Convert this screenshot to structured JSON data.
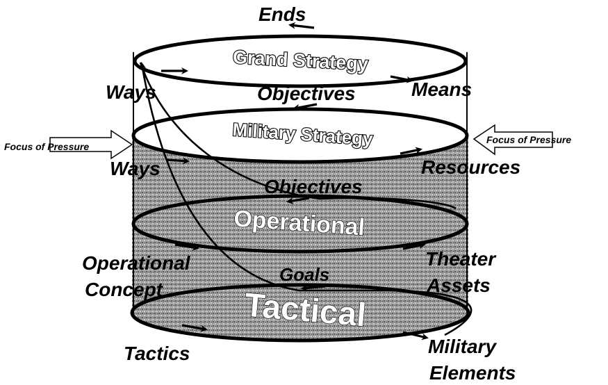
{
  "levels": {
    "grand_strategy": "Grand Strategy",
    "military_strategy": "Military Strategy",
    "operational": "Operational",
    "tactical": "Tactical"
  },
  "grand_strategy_row": {
    "ends": "Ends",
    "ways": "Ways",
    "objectives": "Objectives",
    "means": "Means"
  },
  "military_strategy_row": {
    "ways": "Ways",
    "objectives": "Objectives",
    "resources": "Resources"
  },
  "operational_row": {
    "concept_line1": "Operational",
    "concept_line2": "Concept",
    "goals": "Goals",
    "assets_line1": "Theater",
    "assets_line2": "Assets"
  },
  "tactical_row": {
    "tactics": "Tactics",
    "elements_line1": "Military",
    "elements_line2": "Elements"
  },
  "pressure": {
    "left": "Focus of Pressure",
    "right": "Focus of Pressure"
  },
  "colors": {
    "shaded_fill": "#8c8c8c",
    "outline": "#000000",
    "background": "#ffffff"
  }
}
